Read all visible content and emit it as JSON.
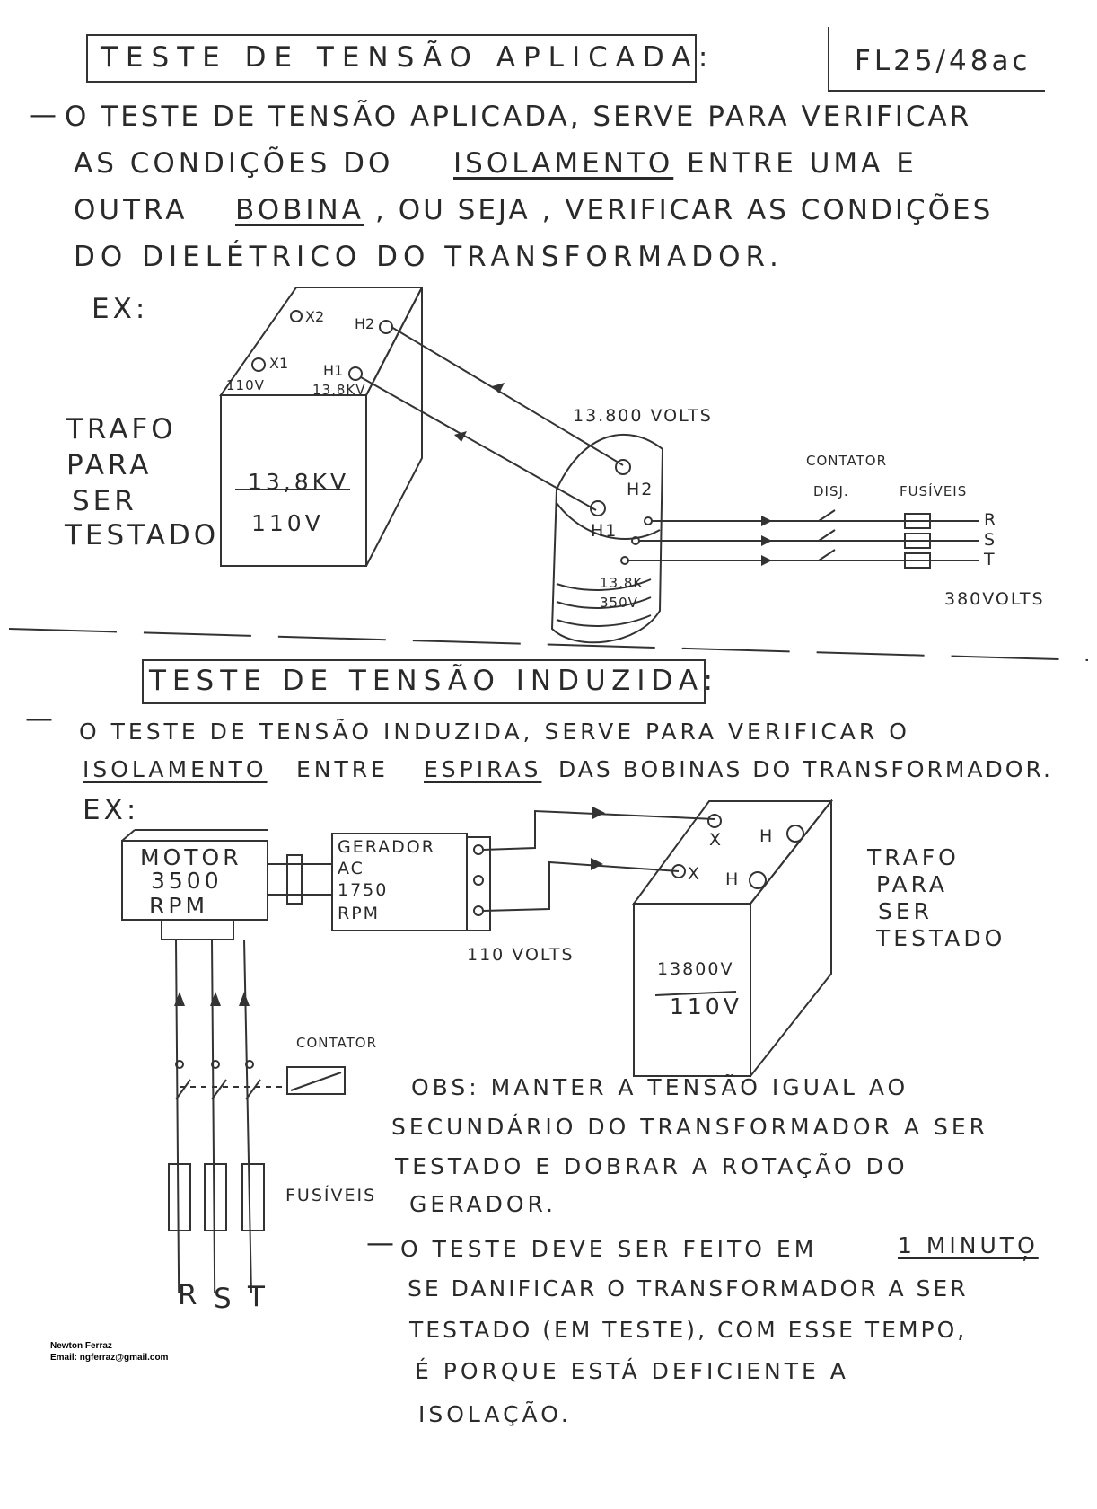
{
  "sheet_id": "FL25/48ac",
  "section1": {
    "title": "TESTE DE TENSÃO APLICADA:",
    "dash": "—",
    "lines": [
      "O TESTE DE TENSÃO APLICADA, SERVE PARA VERIFICAR",
      "AS CONDIÇÕES DO",
      "ISOLAMENTO",
      "ENTRE UMA E",
      "OUTRA",
      "BOBINA",
      ", OU SEJA , VERIFICAR AS CONDIÇÕES",
      "DO DIELÉTRICO DO TRANSFORMADOR."
    ],
    "ex_label": "EX:",
    "side_label": [
      "TRAFO",
      "PARA",
      "SER",
      "TESTADO"
    ],
    "diagram": {
      "terminals": [
        "X2",
        "X1",
        "H2",
        "H1"
      ],
      "x_rating": "110V",
      "h_rating": "13,8KV",
      "box_text": [
        "13,8KV",
        "110V"
      ],
      "voltage_label": "13.800 VOLTS",
      "source_terminals": [
        "H2",
        "H1"
      ],
      "source_rating": [
        "13,8K",
        "350V"
      ],
      "contator_label": "CONTATOR",
      "disj_label": "DISJ.",
      "fusiveis_label": "FUSÍVEIS",
      "phases": [
        "R",
        "S",
        "T"
      ],
      "supply_label": "380VOLTS"
    }
  },
  "section2": {
    "title": "TESTE DE TENSÃO INDUZIDA:",
    "dash": "—",
    "line1": "O TESTE DE TENSÃO INDUZIDA, SERVE PARA VERIFICAR O",
    "line2_a": "ISOLAMENTO",
    "line2_b": "ENTRE",
    "line2_c": "ESPIRAS",
    "line2_d": "DAS BOBINAS DO TRANSFORMADOR.",
    "ex_label": "EX:",
    "motor": [
      "MOTOR",
      "3500",
      "RPM"
    ],
    "gerador": [
      "GERADOR",
      "AC",
      "1750",
      "RPM"
    ],
    "output_label": "110 VOLTS",
    "trafo_terminals": [
      "X",
      "H",
      "X",
      "H"
    ],
    "trafo_box_text": [
      "13800V",
      "110V"
    ],
    "side_label": [
      "TRAFO",
      "PARA",
      "SER",
      "TESTADO"
    ],
    "contator_label": "CONTATOR",
    "fusiveis_label": "FUSÍVEIS",
    "phases": [
      "R",
      "S",
      "T"
    ],
    "obs_lines": [
      "OBS: MANTER A TENSÃO IGUAL AO",
      "SECUNDÁRIO DO TRANSFORMADOR A SER",
      "TESTADO E DOBRAR A ROTAÇÃO DO",
      "GERADOR."
    ],
    "test_lines": [
      "O TESTE DEVE SER FEITO EM",
      "1 MINUTO",
      ",",
      "SE DANIFICAR O TRANSFORMADOR A SER",
      "TESTADO (EM TESTE), COM ESSE TEMPO,",
      "É PORQUE ESTÁ DEFICIENTE A",
      "ISOLAÇÃO."
    ]
  },
  "author": {
    "name": "Newton Ferraz",
    "email": "Email: ngferraz@gmail.com"
  }
}
